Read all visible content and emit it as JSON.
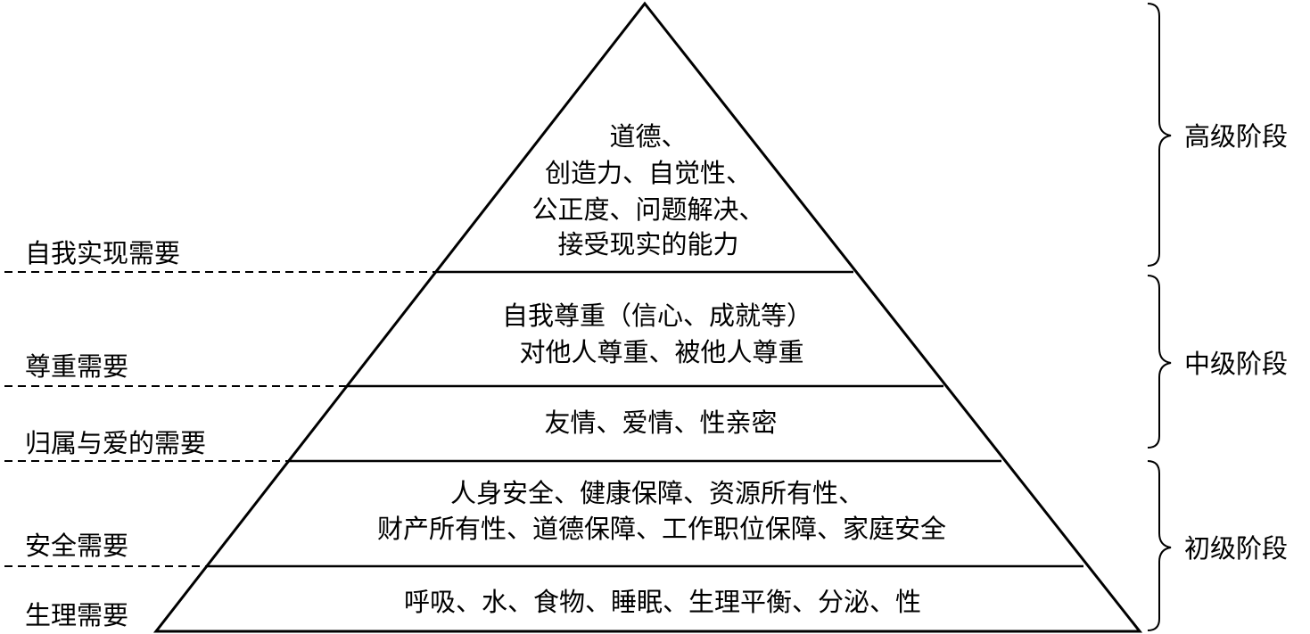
{
  "pyramid": {
    "levels": [
      {
        "need_label": "自我实现需要",
        "content_lines": [
          "道德、",
          "创造力、自觉性、",
          "公正度、问题解决、",
          "接受现实的能力"
        ]
      },
      {
        "need_label": "尊重需要",
        "content_lines": [
          "自我尊重（信心、成就等）",
          "对他人尊重、被他人尊重"
        ]
      },
      {
        "need_label": "归属与爱的需要",
        "content_lines": [
          "友情、爱情、性亲密"
        ]
      },
      {
        "need_label": "安全需要",
        "content_lines": [
          "人身安全、健康保障、资源所有性、",
          "财产所有性、道德保障、工作职位保障、家庭安全"
        ]
      },
      {
        "need_label": "生理需要",
        "content_lines": [
          "呼吸、水、食物、睡眠、生理平衡、分泌、性"
        ]
      }
    ]
  },
  "stages": {
    "high": "高级阶段",
    "middle": "中级阶段",
    "primary": "初级阶段"
  },
  "colors": {
    "line": "#000000",
    "text": "#000000",
    "background": "#ffffff"
  }
}
